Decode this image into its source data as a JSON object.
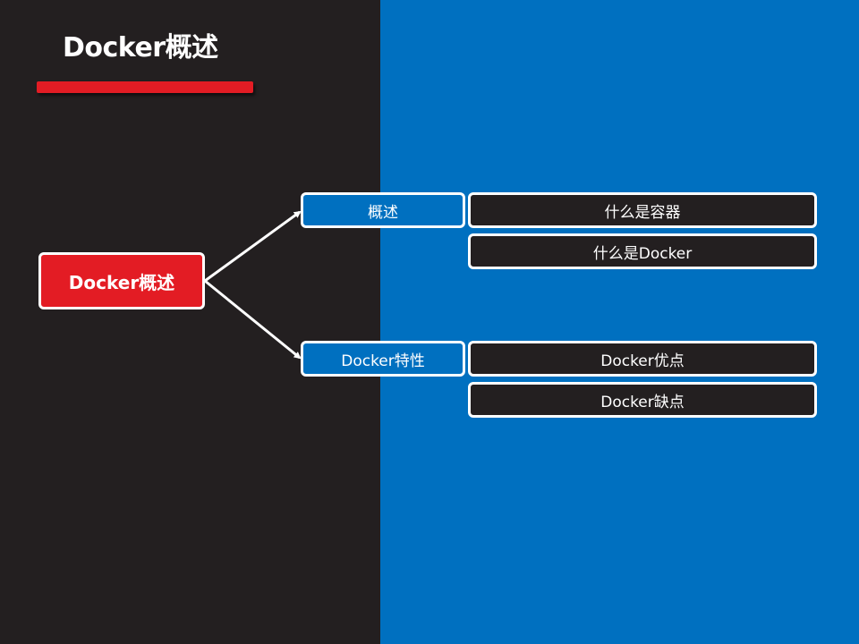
{
  "slide": {
    "title": "Docker概述"
  },
  "mindmap": {
    "root": "Docker概述",
    "branches": [
      {
        "label": "概述",
        "children": [
          "什么是容器",
          "什么是Docker"
        ]
      },
      {
        "label": "Docker特性",
        "children": [
          "Docker优点",
          "Docker缺点"
        ]
      }
    ]
  },
  "colors": {
    "dark_background": "#231f20",
    "blue_background": "#0070c0",
    "accent_red": "#e31c24",
    "border_white": "#ffffff"
  }
}
